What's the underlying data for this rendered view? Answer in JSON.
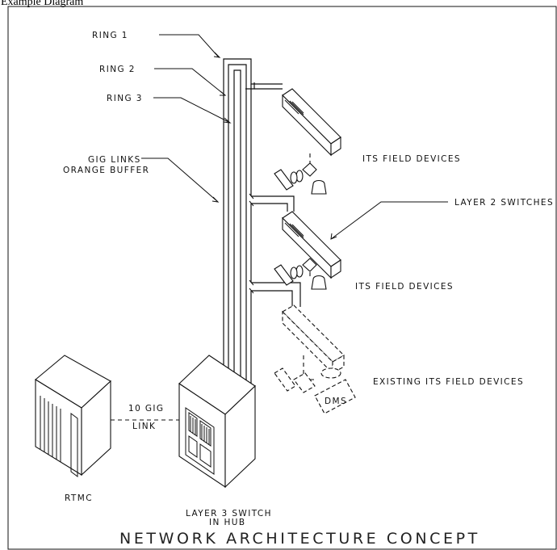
{
  "header_text": "Example Diagram",
  "diagram": {
    "title": "NETWORK ARCHITECTURE CONCEPT",
    "labels": {
      "ring1": "RING 1",
      "ring2": "RING 2",
      "ring3": "RING 3",
      "gig_links_1": "GIG LINKS",
      "gig_links_2": "ORANGE BUFFER",
      "its_devices_1": "ITS FIELD DEVICES",
      "layer2": "LAYER 2 SWITCHES",
      "its_devices_2": "ITS FIELD DEVICES",
      "existing": "EXISTING ITS FIELD DEVICES",
      "ten_gig_1": "10 GIG",
      "ten_gig_2": "LINK",
      "rtmc": "RTMC",
      "layer3_1": "LAYER 3 SWITCH",
      "layer3_2": "IN HUB",
      "dms": "DMS"
    }
  }
}
